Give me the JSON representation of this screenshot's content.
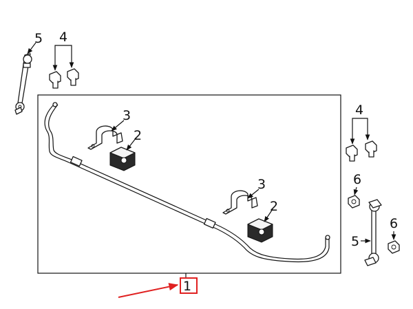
{
  "diagram": {
    "callouts": {
      "assembly": "1",
      "bushing_upper": "2",
      "bushing_lower": "2",
      "bracket_upper": "3",
      "bracket_lower": "3",
      "bolts_left": "4",
      "bolts_right": "4",
      "link_left": "5",
      "link_right": "5",
      "nut_upper": "6",
      "nut_lower": "6"
    },
    "colors": {
      "line": "#111111",
      "highlight_arrow": "#e02020",
      "highlight_box": "#e02020"
    }
  }
}
